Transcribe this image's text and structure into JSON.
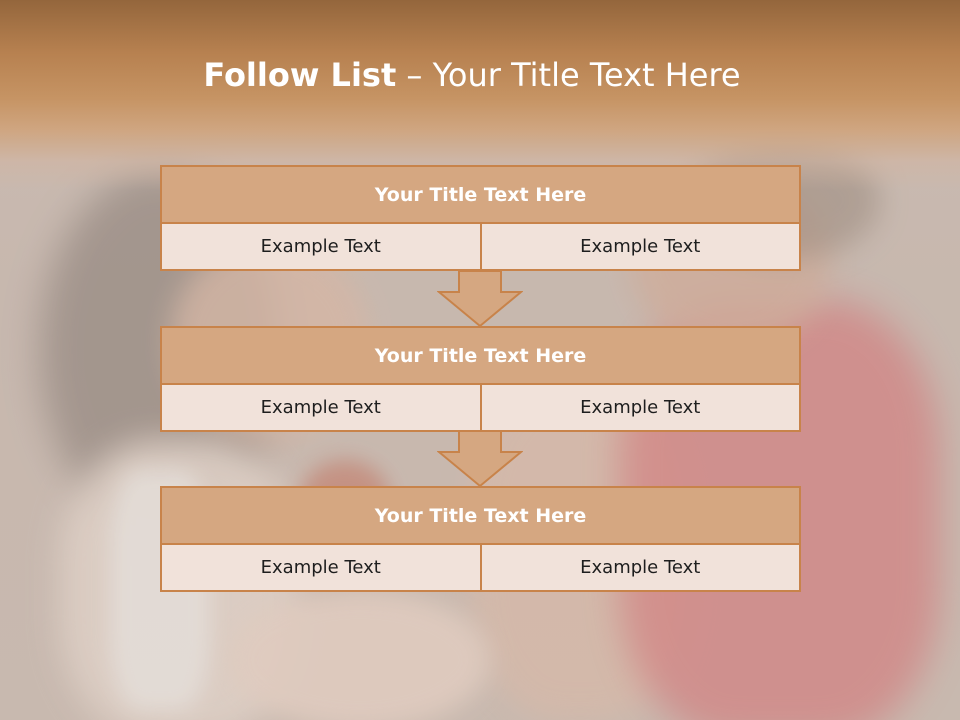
{
  "slide": {
    "title_bold": "Follow List",
    "title_rest": " – Your Title Text Here"
  },
  "steps": [
    {
      "title": "Your Title Text Here",
      "left": "Example Text",
      "right": "Example Text"
    },
    {
      "title": "Your Title Text Here",
      "left": "Example Text",
      "right": "Example Text"
    },
    {
      "title": "Your Title Text Here",
      "left": "Example Text",
      "right": "Example Text"
    }
  ],
  "colors": {
    "header_top": "#94663c",
    "header_band": "#c69464",
    "box_border": "#c8834a",
    "box_head": "#d5a781",
    "box_cell": "#f1e2da",
    "arrow_fill": "#d5a781"
  },
  "icons": [
    "down-arrow-icon",
    "down-arrow-icon"
  ]
}
